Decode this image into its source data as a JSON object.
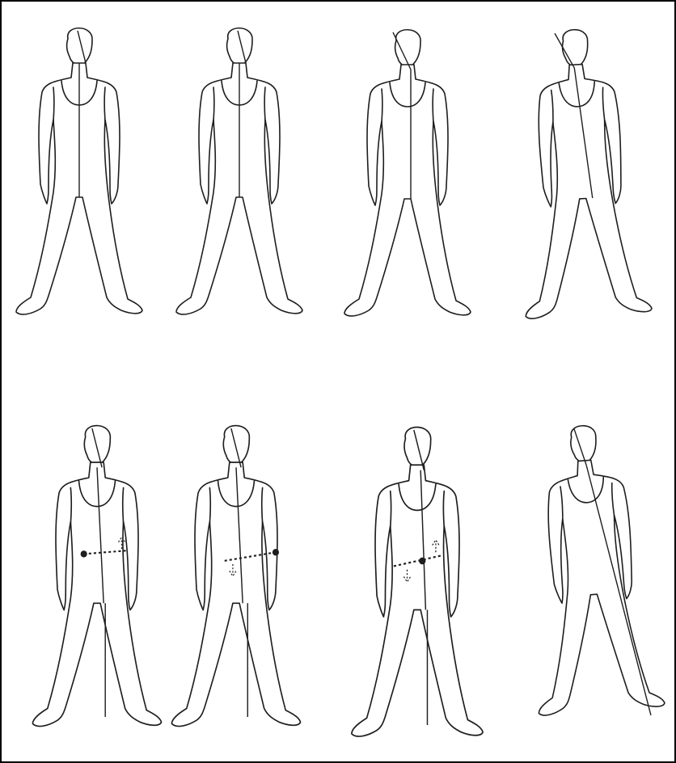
{
  "figure": {
    "rows": [
      {
        "figures": [
          {
            "view": "neutral"
          },
          {
            "view": "neutral"
          },
          {
            "view": "head-tilt"
          },
          {
            "view": "side-bend"
          }
        ]
      },
      {
        "figures": [
          {
            "view": "pelvis-tilt",
            "pelvis_shift": "left-up"
          },
          {
            "view": "pelvis-tilt",
            "pelvis_shift": "right-down"
          },
          {
            "view": "pelvis-tilt",
            "pelvis_shift": "center-up-down"
          },
          {
            "view": "lean"
          }
        ]
      }
    ],
    "colors": {
      "line": "#1e1e1e",
      "background": "#ffffff",
      "border": "#000000"
    }
  }
}
